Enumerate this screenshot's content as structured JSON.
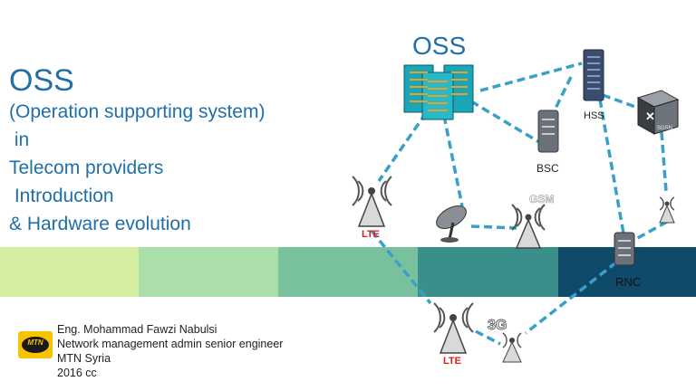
{
  "title": {
    "main": "OSS",
    "lines": [
      "(Operation supporting system)",
      " in",
      "Telecom providers",
      " Introduction",
      "& Hardware evolution"
    ]
  },
  "author": {
    "name": "Eng. Mohammad Fawzi Nabulsi",
    "role": "Network management admin senior engineer",
    "company": "MTN Syria",
    "date": "2016 cc"
  },
  "logo": {
    "text": "MTN"
  },
  "colors": {
    "title": "#1f6fa8",
    "link": "#3aa0c8",
    "lte": "#d6201a"
  },
  "band_colors": [
    "#d4efa2",
    "#abdfa9",
    "#78c19c",
    "#3a8f8b",
    "#0f4a6a"
  ],
  "diagram": {
    "oss_label": "OSS",
    "hss_label": "HSS",
    "bsc_label": "BSC",
    "rnc_label": "RNC",
    "gsm_label": "GSM",
    "lte_label": "LTE",
    "lte_label_bottom": "LTE",
    "threeg_label": "3G",
    "sgsn_label": "SGSN"
  }
}
